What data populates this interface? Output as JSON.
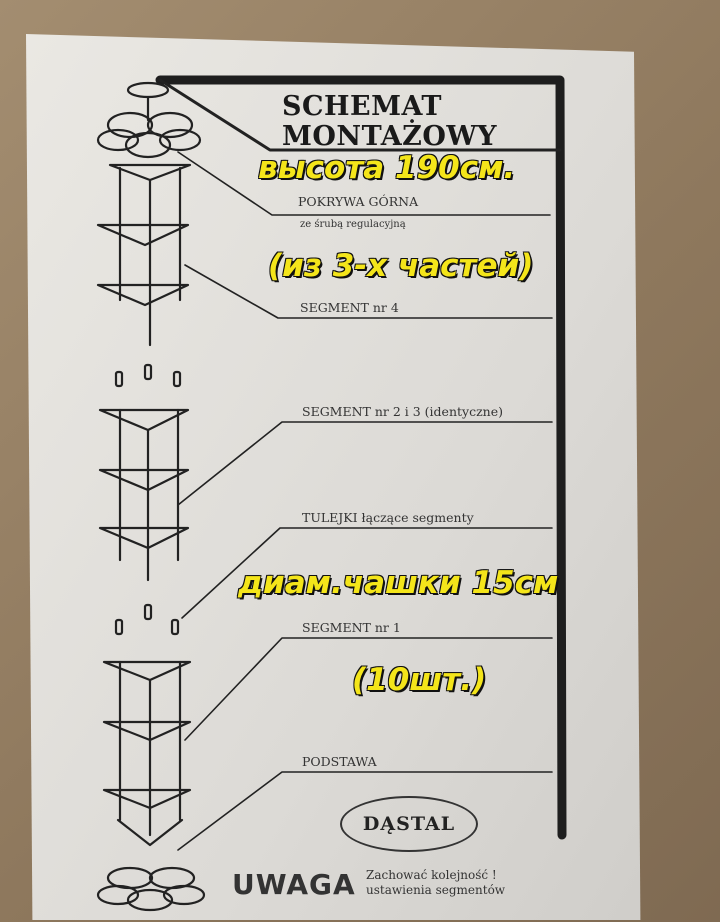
{
  "diagram": {
    "title_line1": "SCHEMAT",
    "title_line2": "MONTAŻOWY",
    "labels": {
      "pokrywa": "POKRYWA GÓRNA",
      "pokrywa_note": "ze śrubą regulacyjną",
      "segment4": "SEGMENT nr 4",
      "segment23": "SEGMENT nr 2 i 3 (identyczne)",
      "tulejki": "TULEJKI łączące segmenty",
      "segment1": "SEGMENT nr 1",
      "podstawa": "PODSTAWA"
    },
    "logo_text": "DĄSTAL",
    "warning_title": "UWAGA",
    "warning_line1": "Zachować kolejność !",
    "warning_line2": "ustawienia segmentów"
  },
  "overlay": {
    "height": "высота 190см.",
    "parts": "(из 3-х частей)",
    "cup_diameter": "диам.чашки 15см",
    "count": "(10шт.)"
  },
  "colors": {
    "overlay_text": "#f4e51a",
    "overlay_outline": "#111111",
    "ink": "#222222",
    "paper": "#e2e0dc",
    "cardboard": "#9a8468"
  }
}
